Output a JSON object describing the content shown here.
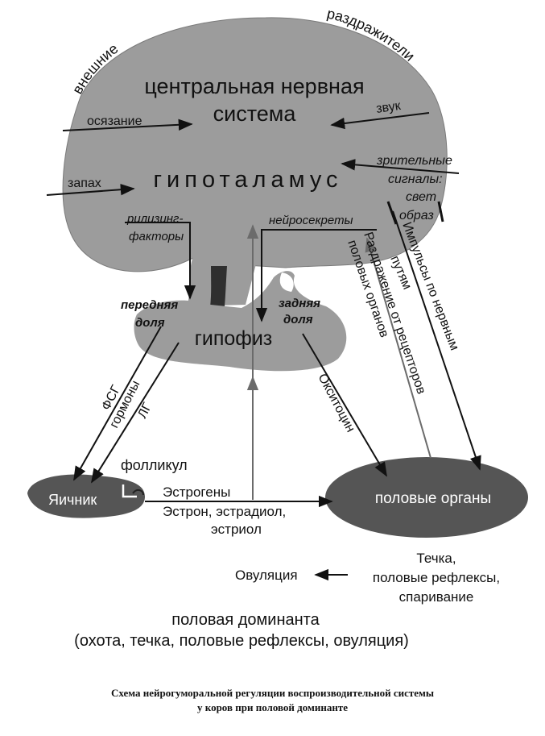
{
  "cns": {
    "arc_left": "внешние",
    "arc_right": "раздражители",
    "title_line1": "центральная нервная",
    "title_line2": "система",
    "hypothalamus": "гипоталамус"
  },
  "inputs": {
    "touch": "осязание",
    "smell": "запах",
    "sound": "звук",
    "visual_1": "зрительные",
    "visual_2": "сигналы:",
    "visual_3": "свет",
    "visual_4": "образ"
  },
  "pathways": {
    "releasing_1": "рилизинг-",
    "releasing_2": "факторы",
    "neurosecretions": "нейросекреты",
    "irritation_1": "Раздражение от рецепторов",
    "irritation_2": "половых органов",
    "impulses_1": "Импульсы по нервным",
    "impulses_2": "путям",
    "oxytocin": "Окситоцин",
    "fsh": "ФСГ",
    "hormones": "гормоны",
    "lh": "ЛГ"
  },
  "pituitary": {
    "label": "гипофиз",
    "anterior_1": "передняя",
    "anterior_2": "доля",
    "posterior_1": "задняя",
    "posterior_2": "доля"
  },
  "ovary": {
    "label": "Яичник",
    "follicle": "фолликул"
  },
  "genitals": {
    "label": "половые органы"
  },
  "estrogens": {
    "line1": "Эстрогены",
    "line2": "Эстрон, эстрадиол,",
    "line3": "эстриол"
  },
  "outcomes": {
    "ovulation": "Овуляция",
    "estrus_1": "Течка,",
    "estrus_2": "половые рефлексы,",
    "estrus_3": "спаривание"
  },
  "dominant": {
    "line1": "половая доминанта",
    "line2": "(охота, течка, половые рефлексы, овуляция)"
  },
  "caption": {
    "line1": "Схема нейрогуморальной регуляции воспроизводительной системы",
    "line2": "у коров при половой доминанте"
  },
  "colors": {
    "brain_fill": "#9c9c9c",
    "organ_fill": "#555555",
    "ink": "#111111",
    "gray_arrow": "#6b6b6b"
  }
}
